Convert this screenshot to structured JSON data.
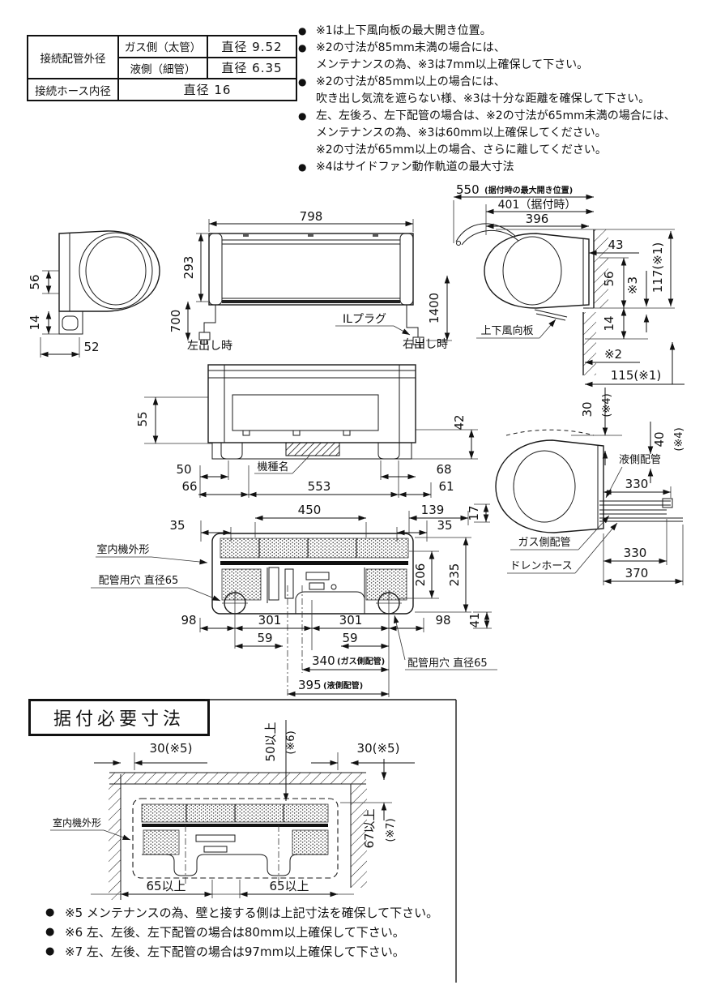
{
  "spec_table": {
    "pipe_od_label": "接続配管外径",
    "gas_label": "ガス側（太管）",
    "gas_value": "直径 9.52",
    "liquid_label": "液側（細管）",
    "liquid_value": "直径 6.35",
    "hose_id_label": "接続ホース内径",
    "hose_id_value": "直径 16"
  },
  "notes_top": {
    "items": [
      {
        "bullet": "●",
        "text": "※1は上下風向板の最大開き位置。"
      },
      {
        "bullet": "●",
        "text": "※2の寸法が85mm未満の場合には、"
      },
      {
        "bullet": "",
        "text": "メンテナンスの為、※3は7mm以上確保して下さい。"
      },
      {
        "bullet": "●",
        "text": "※2の寸法が85mm以上の場合には、"
      },
      {
        "bullet": "",
        "text": "吹き出し気流を遮らない様、※3は十分な距離を確保して下さい。"
      },
      {
        "bullet": "●",
        "text": "左、左後ろ、左下配管の場合は、※2の寸法が65mm未満の場合には、"
      },
      {
        "bullet": "",
        "text": "メンテナンスの為、※3は60mm以上確保してください。"
      },
      {
        "bullet": "",
        "text": "※2の寸法が65mm以上の場合、さらに離してください。"
      },
      {
        "bullet": "●",
        "text": "※4はサイドファン動作軌道の最大寸法"
      }
    ]
  },
  "side_view_left": {
    "dim_56": "56",
    "dim_14": "14",
    "dim_52": "52"
  },
  "front_view": {
    "dim_798": "798",
    "dim_293": "293",
    "dim_700": "700",
    "dim_1400": "1400",
    "label_left_outlet": "左出し時",
    "label_right_outlet": "右出し時",
    "label_il_plug": "ILプラグ"
  },
  "side_view_right": {
    "dim_550": "550",
    "dim_550_note": "(据付時の最大開き位置)",
    "dim_401": "401（据付時）",
    "dim_396": "396",
    "dim_43": "43",
    "dim_56": "56",
    "dim_s3": "※3",
    "dim_117": "117(※1)",
    "dim_14": "14",
    "dim_s2": "※2",
    "dim_115": "115(※1)",
    "label_vane": "上下風向板"
  },
  "bottom_view": {
    "dim_55": "55",
    "dim_42": "42",
    "dim_50": "50",
    "dim_66": "66",
    "dim_553": "553",
    "dim_68": "68",
    "dim_61": "61",
    "label_model": "機種名"
  },
  "rear_view": {
    "dim_450": "450",
    "dim_139": "139",
    "dim_35_left": "35",
    "dim_35_right": "35",
    "dim_17": "17",
    "label_outline": "室内機外形",
    "label_hole_left": "配管用穴 直径65",
    "label_hole_right": "配管用穴 直径65",
    "dim_206": "206",
    "dim_235": "235",
    "dim_98_left": "98",
    "dim_301_left": "301",
    "dim_301_right": "301",
    "dim_98_right": "98",
    "dim_41": "41",
    "dim_59_left": "59",
    "dim_59_right": "59",
    "dim_340": "340",
    "dim_340_note": "(ガス側配管)",
    "dim_395": "395",
    "dim_395_note": "(液側配管)"
  },
  "piping_view": {
    "dim_30": "30",
    "dim_30_ref": "(※4)",
    "dim_40": "40",
    "dim_40_ref": "(※4)",
    "label_liquid_pipe": "液側配管",
    "label_gas_pipe": "ガス側配管",
    "label_drain_hose": "ドレンホース",
    "dim_330_top": "330",
    "dim_330_bottom": "330",
    "dim_370": "370"
  },
  "install_section": {
    "title": "据付必要寸法",
    "dim_30_left": "30(※5)",
    "dim_30_right": "30(※5)",
    "dim_50": "50以上",
    "dim_50_ref": "(※6)",
    "dim_67": "67以上",
    "dim_67_ref": "(※7)",
    "label_outline": "室内機外形",
    "dim_65_left": "65以上",
    "dim_65_right": "65以上",
    "notes": [
      {
        "bullet": "●",
        "text": "※5 メンテナンスの為、壁と接する側は上記寸法を確保して下さい。"
      },
      {
        "bullet": "●",
        "text": "※6 左、左後、左下配管の場合は80mm以上確保して下さい。"
      },
      {
        "bullet": "●",
        "text": "※7 左、左後、左下配管の場合は97mm以上確保して下さい。"
      }
    ]
  }
}
